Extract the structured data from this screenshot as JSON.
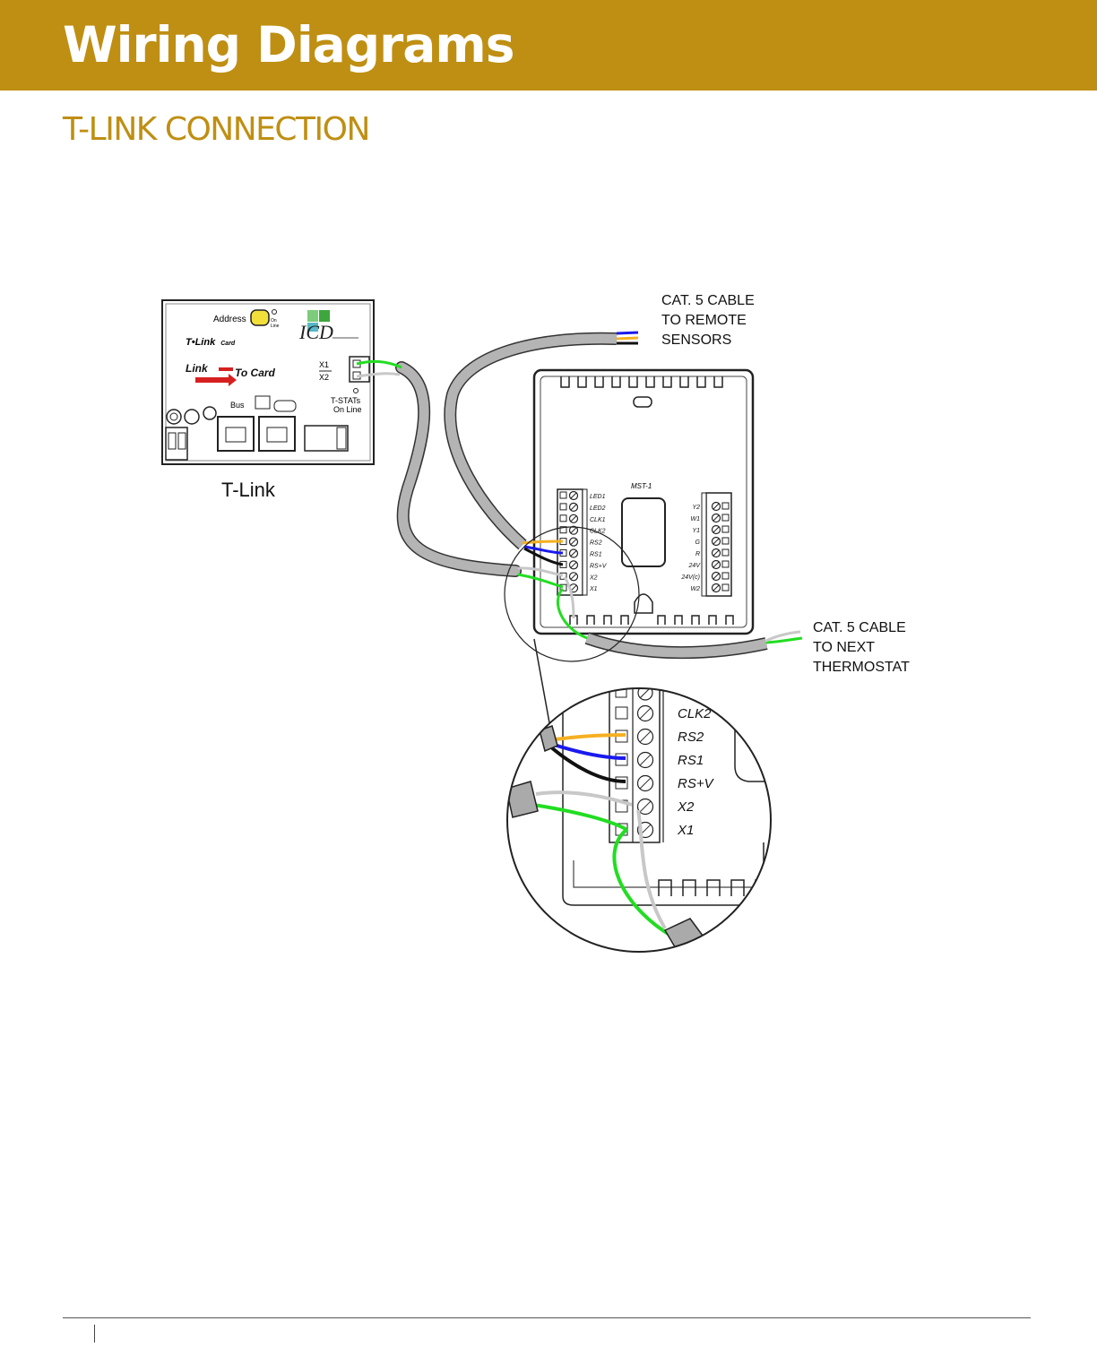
{
  "header": {
    "title": "Wiring Diagrams"
  },
  "section": {
    "title": "T-LINK CONNECTION"
  },
  "colors": {
    "brand": "#bf8f13",
    "wire_green": "#22dd22",
    "wire_gray": "#c8c8c8",
    "wire_blue": "#1a1aee",
    "wire_orange": "#f5b021",
    "wire_black": "#111111",
    "led_yellow": "#f3df3a",
    "cable": "#b4b4b4"
  },
  "tlink": {
    "label": "T-Link",
    "address_label": "Address",
    "on_line_small": [
      "On",
      "Line"
    ],
    "card_name": "T•Link",
    "card_suffix": "Card",
    "link_text": "Link",
    "to_card_text": "To Card",
    "x1": "X1",
    "x2": "X2",
    "tstats_line1": "T-STATs",
    "tstats_line2": "On Line",
    "bus_label": "Bus",
    "logo_text": "ICD"
  },
  "thermostat": {
    "model": "MST-1",
    "left_terminals": [
      "LED1",
      "LED2",
      "CLK1",
      "CLK2",
      "RS2",
      "RS1",
      "RS+V",
      "X2",
      "X1"
    ],
    "right_terminals": [
      "Y2",
      "W1",
      "Y1",
      "G",
      "R",
      "24V",
      "24V(c)",
      "W2"
    ]
  },
  "callouts": {
    "remote_sensors": [
      "CAT. 5  CABLE",
      "TO REMOTE",
      "SENSORS"
    ],
    "next_thermostat": [
      "CAT. 5  CABLE",
      "TO NEXT",
      "THERMOSTAT"
    ]
  },
  "zoom": {
    "terminals": [
      "CLK2",
      "RS2",
      "RS1",
      "RS+V",
      "X2",
      "X1"
    ]
  }
}
